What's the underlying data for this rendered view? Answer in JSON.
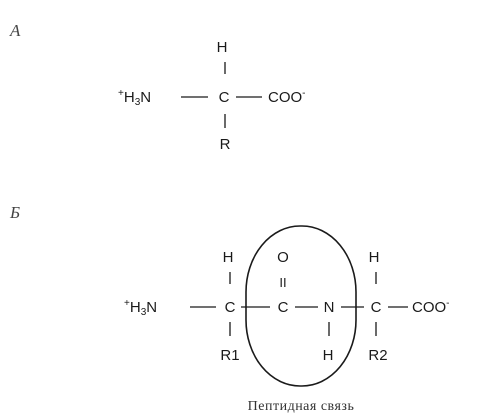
{
  "panel_a": {
    "label": "А",
    "amino_group_charge": "+",
    "amino_group_h": "H",
    "amino_group_sub": "3",
    "amino_group_n": "N",
    "alpha_carbon": "C",
    "top_atom": "H",
    "side_chain": "R",
    "carboxylate": "COO",
    "carboxylate_charge": "-"
  },
  "panel_b": {
    "label": "Б",
    "amino_group_charge": "+",
    "amino_group_h": "H",
    "amino_group_sub": "3",
    "amino_group_n": "N",
    "carbon_1": "C",
    "top_h_1": "H",
    "side_chain_1": "R1",
    "carbonyl_carbon": "C",
    "carbonyl_oxygen": "O",
    "double_bond": "II",
    "amide_nitrogen": "N",
    "amide_h": "H",
    "carbon_2": "C",
    "top_h_2": "H",
    "side_chain_2": "R2",
    "carboxylate": "COO",
    "carboxylate_charge": "-",
    "caption": "Пептидная связь"
  }
}
